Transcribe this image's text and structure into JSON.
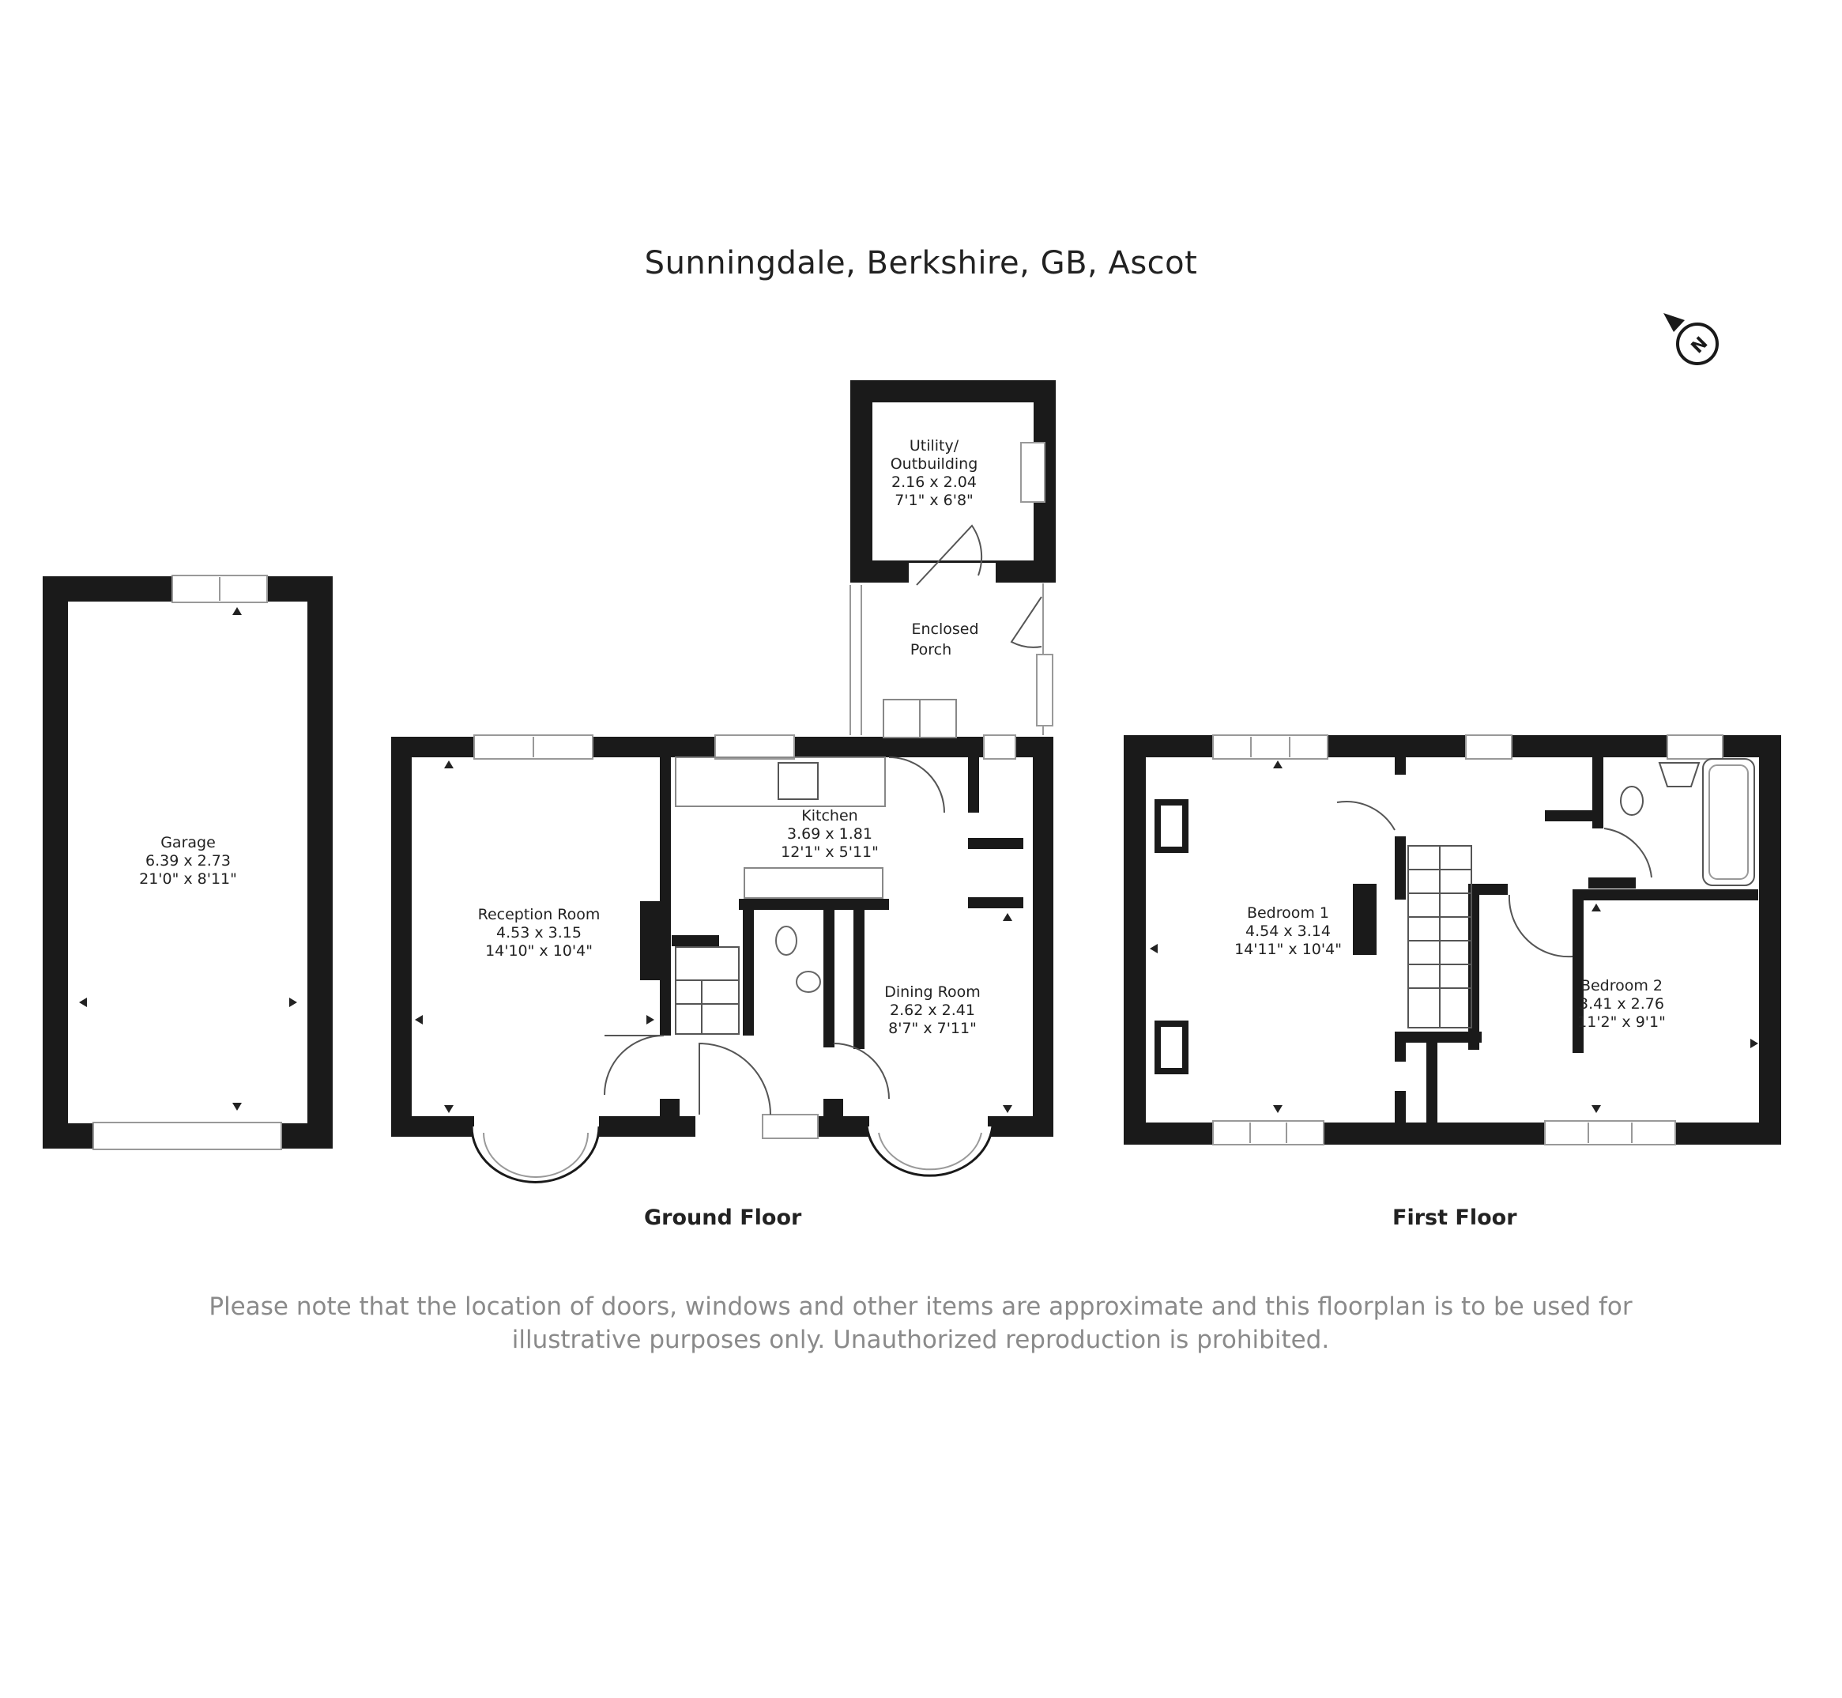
{
  "title": "Sunningdale, Berkshire, GB, Ascot",
  "compass": {
    "icon": "north-arrow-icon",
    "letter": "N"
  },
  "floors": [
    {
      "label": "Ground Floor"
    },
    {
      "label": "First Floor"
    }
  ],
  "rooms": {
    "garage": {
      "name": "Garage",
      "metric": "6.39 x 2.73",
      "imperial": "21'0\" x 8'11\""
    },
    "reception": {
      "name": "Reception Room",
      "metric": "4.53 x 3.15",
      "imperial": "14'10\" x 10'4\""
    },
    "kitchen": {
      "name": "Kitchen",
      "metric": "3.69 x 1.81",
      "imperial": "12'1\" x 5'11\""
    },
    "dining": {
      "name": "Dining Room",
      "metric": "2.62 x 2.41",
      "imperial": "8'7\" x 7'11\""
    },
    "utility": {
      "name1": "Utility/",
      "name2": "Outbuilding",
      "metric": "2.16 x 2.04",
      "imperial": "7'1\" x 6'8\""
    },
    "porch": {
      "name1": "Enclosed",
      "name2": "Porch"
    },
    "bedroom1": {
      "name": "Bedroom 1",
      "metric": "4.54 x 3.14",
      "imperial": "14'11\" x 10'4\""
    },
    "bedroom2": {
      "name": "Bedroom 2",
      "metric": "3.41 x 2.76",
      "imperial": "11'2\" x 9'1\""
    }
  },
  "disclaimer": "Please note that the location of doors, windows and other items are approximate and this floorplan is to be used for illustrative purposes only. Unauthorized reproduction is prohibited."
}
